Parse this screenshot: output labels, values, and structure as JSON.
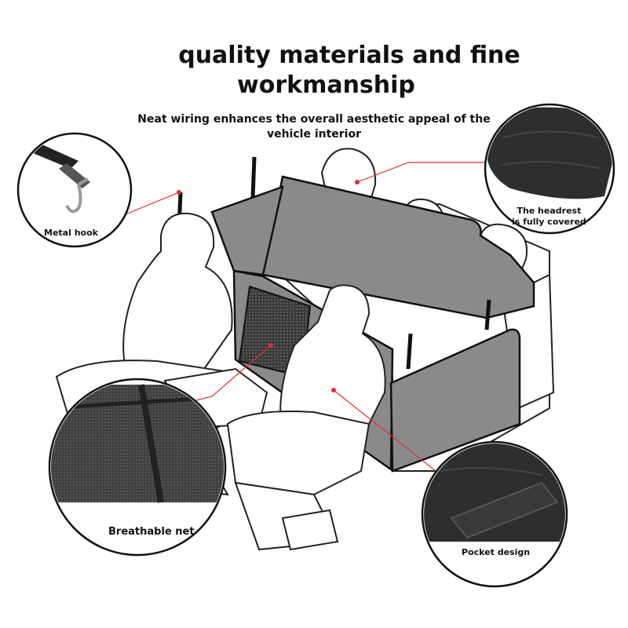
{
  "title": {
    "line1": "quality materials and fine",
    "line2": "workmanship"
  },
  "subtitle": {
    "line1": "Neat wiring enhances the overall aesthetic appeal of the",
    "line2": "vehicle interior"
  },
  "callouts": {
    "metal_hook": "Metal hook",
    "headrest_line1": "The headrest",
    "headrest_line2": "is fully covered",
    "breathable_net": "Breathable net",
    "pocket_design": "Pocket design"
  },
  "colors": {
    "leader_line": "#e03030",
    "cover_gray": "#8a8a8a",
    "fabric_dark": "#2e2e2e",
    "outline": "#222222"
  }
}
